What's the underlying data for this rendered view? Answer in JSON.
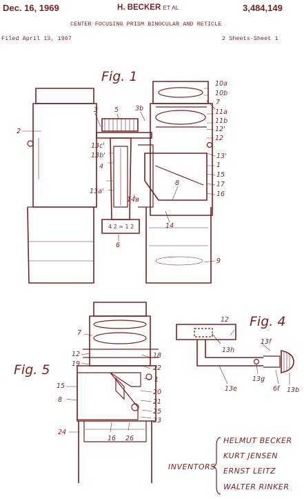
{
  "header": {
    "date": "Dec. 16, 1969",
    "inventor_short": "H. BECKER",
    "et_al": "ET AL",
    "patent_number": "3,484,149",
    "title": "CENTER FOCUSING PRISM BINOCULAR AND RETICLE",
    "filed": "Filed April 13, 1967",
    "sheet": "2 Sheets-Sheet 1"
  },
  "figures": {
    "fig1": {
      "label": "Fig. 1",
      "refs": {
        "r10a": "10a",
        "r10b": "10b",
        "r7": "7",
        "r11a": "11a",
        "r11b": "11b",
        "r12p": "12'",
        "r12": "12",
        "r13p": "13'",
        "r1": "1",
        "r15": "15",
        "r17": "17",
        "r16": "16",
        "r8": "8",
        "r14": "14",
        "r14a": "14a",
        "r9": "9",
        "r6": "6",
        "r4": "4",
        "r13ap": "13a'",
        "r13bp": "13b'",
        "r13cp": "13c'",
        "r3": "3",
        "r5": "5",
        "r3b": "3b",
        "r2": "2",
        "scale": "4 2 ∞ 1 2"
      }
    },
    "fig4": {
      "label": "Fig. 4",
      "refs": {
        "r12": "12",
        "r13h": "13h",
        "r13f": "13f",
        "r13g": "13g",
        "r13e": "13e",
        "r6f": "6f",
        "r13b": "13b"
      }
    },
    "fig5": {
      "label": "Fig. 5",
      "refs": {
        "r7": "7",
        "r12": "12",
        "r19": "19",
        "r15": "15",
        "r8": "8",
        "r24": "24",
        "r16": "16",
        "r26": "26",
        "r18": "18",
        "r22": "22",
        "r1": "1",
        "r20": "20",
        "r21": "21",
        "r25": "25",
        "r23": "23"
      }
    }
  },
  "inventors": {
    "label": "INVENTORS",
    "names": [
      "HELMUT BECKER",
      "KURT JENSEN",
      "ERNST LEITZ",
      "WALTER RINKER"
    ]
  }
}
